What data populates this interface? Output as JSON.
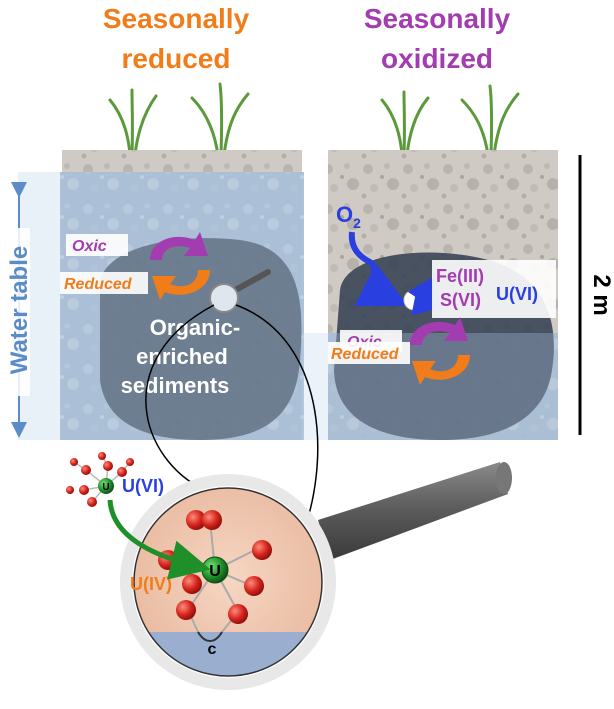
{
  "titles": {
    "left_line1": "Seasonally",
    "left_line2": "reduced",
    "right_line1": "Seasonally",
    "right_line2": "oxidized"
  },
  "side": {
    "water_table": "Water table",
    "scale": "2 m"
  },
  "left_panel": {
    "oxic": "Oxic",
    "reduced": "Reduced",
    "sediment_line1": "Organic-",
    "sediment_line2": "enriched",
    "sediment_line3": "sediments"
  },
  "right_panel": {
    "o2": "O",
    "o2_sub": "2",
    "fe": "Fe(III)",
    "s": "S(VI)",
    "u": "U(VI)",
    "oxic": "Oxic",
    "reduced": "Reduced"
  },
  "zoom": {
    "u_vi_label": "U(VI)",
    "u_iv_label": "U(IV)",
    "u_atom": "U",
    "u_atom_small": "U",
    "carbon": "c"
  },
  "colors": {
    "orange": "#f07d1a",
    "purple": "#a23cb0",
    "blue": "#2a3fe0",
    "water_blue": "#5b8cc8",
    "sediment": "#3a4556",
    "green": "#1f8f2a",
    "oxygen_red": "#d2221a"
  }
}
